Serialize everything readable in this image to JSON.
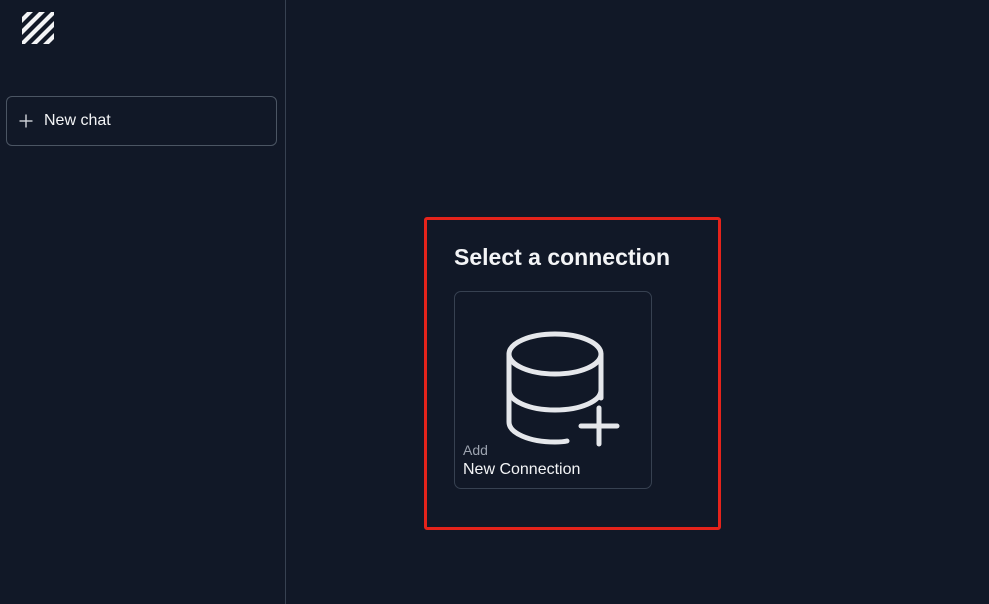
{
  "sidebar": {
    "logo_icon": "diagonal-stripes-logo",
    "new_chat_label": "New chat",
    "new_chat_icon": "plus-icon"
  },
  "main": {
    "section_title": "Select a connection",
    "connection_card": {
      "icon": "database-add-icon",
      "subtitle": "Add",
      "title": "New Connection"
    }
  },
  "colors": {
    "background": "#111827",
    "border": "#374151",
    "text": "#f3f4f6",
    "muted_text": "#9ca3af",
    "highlight": "#e5231b"
  }
}
